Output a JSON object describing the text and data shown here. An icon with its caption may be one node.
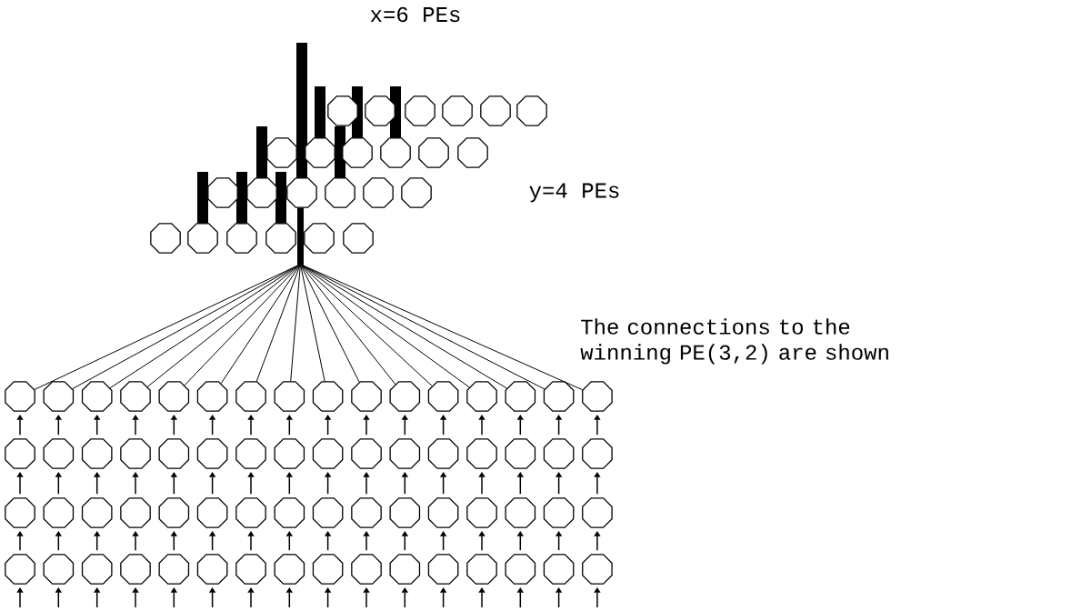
{
  "diagram": {
    "nodes": [
      {
        "text": [],
        "shape": "octagon"
      },
      {
        "text": [],
        "shape": "octagon"
      },
      {
        "text": [],
        "shape": "octagon"
      },
      {
        "text": [],
        "shape": "octagon"
      },
      {
        "text": [],
        "shape": "octagon"
      },
      {
        "text": [],
        "shape": "octagon"
      },
      {
        "text": [],
        "shape": "octagon"
      },
      {
        "text": [],
        "shape": "octagon"
      },
      {
        "text": [],
        "shape": "octagon"
      },
      {
        "text": [],
        "shape": "octagon"
      },
      {
        "text": [],
        "shape": "octagon"
      },
      {
        "text": [],
        "shape": "octagon"
      },
      {
        "text": [],
        "shape": "octagon"
      },
      {
        "text": [],
        "shape": "octagon"
      },
      {
        "text": [],
        "shape": "octagon"
      },
      {
        "text": [],
        "shape": "octagon"
      },
      {
        "text": [],
        "shape": "octagon"
      },
      {
        "text": [],
        "shape": "octagon"
      },
      {
        "text": [],
        "shape": "octagon"
      },
      {
        "text": [],
        "shape": "octagon"
      },
      {
        "text": [],
        "shape": "octagon"
      },
      {
        "text": [],
        "shape": "octagon"
      },
      {
        "text": [],
        "shape": "octagon"
      },
      {
        "text": [],
        "shape": "octagon"
      },
      {
        "text": [],
        "shape": "octagon"
      },
      {
        "text": [],
        "shape": "octagon"
      },
      {
        "text": [],
        "shape": "octagon"
      },
      {
        "text": [],
        "shape": "octagon"
      },
      {
        "text": [],
        "shape": "octagon"
      },
      {
        "text": [],
        "shape": "octagon"
      },
      {
        "text": [],
        "shape": "octagon"
      },
      {
        "text": [],
        "shape": "octagon"
      },
      {
        "text": [],
        "shape": "octagon"
      },
      {
        "text": [],
        "shape": "octagon"
      },
      {
        "text": [],
        "shape": "octagon"
      },
      {
        "text": [],
        "shape": "octagon"
      },
      {
        "text": [],
        "shape": "octagon"
      },
      {
        "text": [],
        "shape": "octagon"
      },
      {
        "text": [],
        "shape": "octagon"
      },
      {
        "text": [],
        "shape": "octagon"
      },
      {
        "text": [],
        "shape": "octagon"
      },
      {
        "text": [],
        "shape": "octagon"
      },
      {
        "text": [],
        "shape": "octagon"
      },
      {
        "text": [],
        "shape": "octagon"
      },
      {
        "text": [],
        "shape": "octagon"
      },
      {
        "text": [],
        "shape": "octagon"
      },
      {
        "text": [],
        "shape": "octagon"
      },
      {
        "text": [],
        "shape": "octagon"
      },
      {
        "text": [],
        "shape": "octagon"
      },
      {
        "text": [],
        "shape": "octagon"
      },
      {
        "text": [],
        "shape": "octagon"
      },
      {
        "text": [],
        "shape": "octagon"
      },
      {
        "text": [],
        "shape": "octagon"
      },
      {
        "text": [],
        "shape": "octagon"
      },
      {
        "text": [],
        "shape": "octagon"
      },
      {
        "text": [],
        "shape": "octagon"
      },
      {
        "text": [],
        "shape": "octagon"
      },
      {
        "text": [],
        "shape": "octagon"
      },
      {
        "text": [],
        "shape": "octagon"
      },
      {
        "text": [],
        "shape": "octagon"
      },
      {
        "text": [],
        "shape": "octagon"
      },
      {
        "text": [],
        "shape": "octagon"
      },
      {
        "text": [],
        "shape": "octagon"
      },
      {
        "text": [],
        "shape": "octagon"
      },
      {
        "text": [],
        "shape": "octagon"
      },
      {
        "text": [],
        "shape": "octagon"
      },
      {
        "text": [],
        "shape": "octagon"
      },
      {
        "text": [],
        "shape": "octagon"
      },
      {
        "text": [],
        "shape": "octagon"
      },
      {
        "text": [],
        "shape": "octagon"
      },
      {
        "text": [],
        "shape": "octagon"
      },
      {
        "text": [],
        "shape": "octagon"
      },
      {
        "text": [],
        "shape": "octagon"
      },
      {
        "text": [],
        "shape": "octagon"
      },
      {
        "text": [],
        "shape": "octagon"
      },
      {
        "text": [],
        "shape": "octagon"
      },
      {
        "text": [],
        "shape": "octagon"
      },
      {
        "text": [],
        "shape": "octagon"
      },
      {
        "text": [],
        "shape": "octagon"
      },
      {
        "text": [],
        "shape": "octagon"
      },
      {
        "text": [],
        "shape": "octagon"
      },
      {
        "text": [],
        "shape": "octagon"
      },
      {
        "text": [],
        "shape": "octagon"
      },
      {
        "text": [],
        "shape": "octagon"
      },
      {
        "text": [],
        "shape": "octagon"
      },
      {
        "text": [],
        "shape": "octagon"
      },
      {
        "text": [],
        "shape": "octagon"
      },
      {
        "text": [],
        "shape": "octagon"
      }
    ],
    "edges": [
      {
        "from": 24,
        "to": 14,
        "arrow": "none"
      },
      {
        "from": 25,
        "to": 14,
        "arrow": "none"
      },
      {
        "from": 26,
        "to": 14,
        "arrow": "none"
      },
      {
        "from": 27,
        "to": 14,
        "arrow": "none"
      },
      {
        "from": 28,
        "to": 14,
        "arrow": "none"
      },
      {
        "from": 29,
        "to": 14,
        "arrow": "none"
      },
      {
        "from": 30,
        "to": 14,
        "arrow": "none"
      },
      {
        "from": 31,
        "to": 14,
        "arrow": "none"
      },
      {
        "from": 32,
        "to": 14,
        "arrow": "none"
      },
      {
        "from": 33,
        "to": 14,
        "arrow": "none"
      },
      {
        "from": 34,
        "to": 14,
        "arrow": "none"
      },
      {
        "from": 35,
        "to": 14,
        "arrow": "none"
      },
      {
        "from": 36,
        "to": 14,
        "arrow": "none"
      },
      {
        "from": 37,
        "to": 14,
        "arrow": "none"
      },
      {
        "from": 38,
        "to": 14,
        "arrow": "none"
      },
      {
        "from": 39,
        "to": 14,
        "arrow": "none"
      },
      {
        "from": 40,
        "to": 24,
        "arrow": "to"
      },
      {
        "from": 41,
        "to": 25,
        "arrow": "to"
      },
      {
        "from": 42,
        "to": 26,
        "arrow": "to"
      },
      {
        "from": 43,
        "to": 27,
        "arrow": "to"
      },
      {
        "from": 44,
        "to": 28,
        "arrow": "to"
      },
      {
        "from": 45,
        "to": 29,
        "arrow": "to"
      },
      {
        "from": 46,
        "to": 30,
        "arrow": "to"
      },
      {
        "from": 47,
        "to": 31,
        "arrow": "to"
      },
      {
        "from": 48,
        "to": 32,
        "arrow": "to"
      },
      {
        "from": 49,
        "to": 33,
        "arrow": "to"
      },
      {
        "from": 50,
        "to": 34,
        "arrow": "to"
      },
      {
        "from": 51,
        "to": 35,
        "arrow": "to"
      },
      {
        "from": 52,
        "to": 36,
        "arrow": "to"
      },
      {
        "from": 53,
        "to": 37,
        "arrow": "to"
      },
      {
        "from": 54,
        "to": 38,
        "arrow": "to"
      },
      {
        "from": 55,
        "to": 39,
        "arrow": "to"
      },
      {
        "from": 56,
        "to": 40,
        "arrow": "to"
      },
      {
        "from": 57,
        "to": 41,
        "arrow": "to"
      },
      {
        "from": 58,
        "to": 42,
        "arrow": "to"
      },
      {
        "from": 59,
        "to": 43,
        "arrow": "to"
      },
      {
        "from": 60,
        "to": 44,
        "arrow": "to"
      },
      {
        "from": 61,
        "to": 45,
        "arrow": "to"
      },
      {
        "from": 62,
        "to": 46,
        "arrow": "to"
      },
      {
        "from": 63,
        "to": 47,
        "arrow": "to"
      },
      {
        "from": 64,
        "to": 48,
        "arrow": "to"
      },
      {
        "from": 65,
        "to": 49,
        "arrow": "to"
      },
      {
        "from": 66,
        "to": 50,
        "arrow": "to"
      },
      {
        "from": 67,
        "to": 51,
        "arrow": "to"
      },
      {
        "from": 68,
        "to": 52,
        "arrow": "to"
      },
      {
        "from": 69,
        "to": 53,
        "arrow": "to"
      },
      {
        "from": 70,
        "to": 54,
        "arrow": "to"
      },
      {
        "from": 71,
        "to": 55,
        "arrow": "to"
      },
      {
        "from": 72,
        "to": 56,
        "arrow": "to"
      },
      {
        "from": 73,
        "to": 57,
        "arrow": "to"
      },
      {
        "from": 74,
        "to": 58,
        "arrow": "to"
      },
      {
        "from": 75,
        "to": 59,
        "arrow": "to"
      },
      {
        "from": 76,
        "to": 60,
        "arrow": "to"
      },
      {
        "from": 77,
        "to": 61,
        "arrow": "to"
      },
      {
        "from": 78,
        "to": 62,
        "arrow": "to"
      },
      {
        "from": 79,
        "to": 63,
        "arrow": "to"
      },
      {
        "from": 80,
        "to": 64,
        "arrow": "to"
      },
      {
        "from": 81,
        "to": 65,
        "arrow": "to"
      },
      {
        "from": 82,
        "to": 66,
        "arrow": "to"
      },
      {
        "from": 83,
        "to": 67,
        "arrow": "to"
      },
      {
        "from": 84,
        "to": 68,
        "arrow": "to"
      },
      {
        "from": 85,
        "to": 69,
        "arrow": "to"
      },
      {
        "from": 86,
        "to": 70,
        "arrow": "to"
      },
      {
        "from": 87,
        "to": 71,
        "arrow": "to"
      },
      {
        "from": null,
        "to": 72,
        "arrow": "to"
      },
      {
        "from": null,
        "to": 73,
        "arrow": "to"
      },
      {
        "from": null,
        "to": 74,
        "arrow": "to"
      },
      {
        "from": null,
        "to": 75,
        "arrow": "to"
      },
      {
        "from": null,
        "to": 76,
        "arrow": "to"
      },
      {
        "from": null,
        "to": 77,
        "arrow": "to"
      },
      {
        "from": null,
        "to": 78,
        "arrow": "to"
      },
      {
        "from": null,
        "to": 79,
        "arrow": "to"
      },
      {
        "from": null,
        "to": 80,
        "arrow": "to"
      },
      {
        "from": null,
        "to": 81,
        "arrow": "to"
      },
      {
        "from": null,
        "to": 82,
        "arrow": "to"
      },
      {
        "from": null,
        "to": 83,
        "arrow": "to"
      },
      {
        "from": null,
        "to": 84,
        "arrow": "to"
      },
      {
        "from": null,
        "to": 85,
        "arrow": "to"
      },
      {
        "from": null,
        "to": 86,
        "arrow": "to"
      },
      {
        "from": null,
        "to": 87,
        "arrow": "to"
      }
    ],
    "labels": [
      "x=6 PEs",
      "y=4 PEs",
      "The connections to the winning PE(3,2) are shown"
    ]
  }
}
